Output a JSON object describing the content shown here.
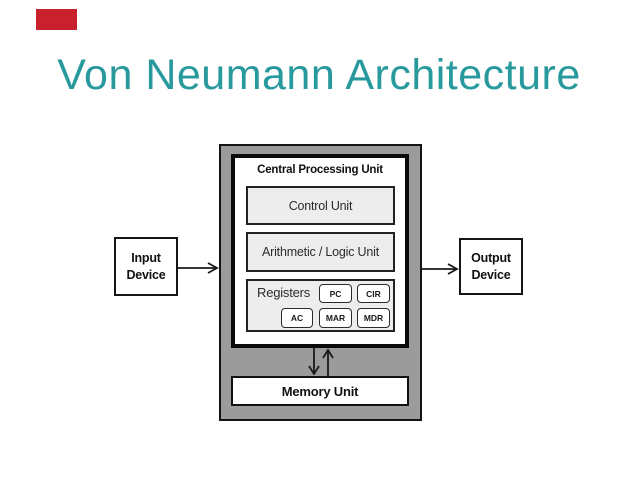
{
  "slide": {
    "title": "Von Neumann Architecture"
  },
  "colors": {
    "title_teal": "#289a9d",
    "accent_red": "#c9202e",
    "container_gray": "#9b9b9b",
    "panel_gray": "#ededed"
  },
  "diagram": {
    "cpu_title": "Central Processing Unit",
    "control_unit": "Control Unit",
    "alu": "Arithmetic / Logic Unit",
    "registers_label": "Registers",
    "registers": [
      "PC",
      "CIR",
      "AC",
      "MAR",
      "MDR"
    ],
    "memory_unit": "Memory Unit",
    "input_device": "Input Device",
    "output_device": "Output Device"
  }
}
